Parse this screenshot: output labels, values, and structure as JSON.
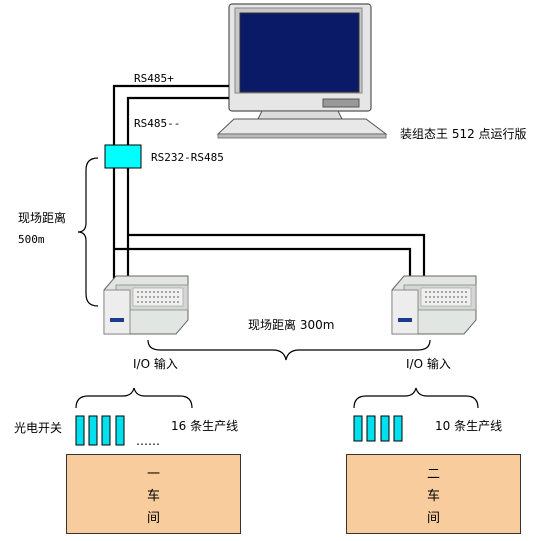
{
  "computer": {
    "label": "装组态王 512 点运行版"
  },
  "bus": {
    "line_plus": "RS485+",
    "line_minus": "RS485--"
  },
  "converter": {
    "label": "RS232-RS485"
  },
  "vertical_distance": {
    "label": "现场距离",
    "value": "500m"
  },
  "horizontal_distance": {
    "label": "现场距离 300m"
  },
  "plc_left": {
    "io_label": "I/O 输入"
  },
  "plc_right": {
    "io_label": "I/O 输入"
  },
  "left_line": {
    "switch_label": "光电开关",
    "count_label": "16 条生产线",
    "dots": "……"
  },
  "right_line": {
    "count_label": "10 条生产线"
  },
  "workshop_1": {
    "c1": "一",
    "c2": "车",
    "c3": "间"
  },
  "workshop_2": {
    "c1": "二",
    "c2": "车",
    "c3": "间"
  },
  "colors": {
    "monitor_screen": "#0b1a66",
    "converter_box": "#00ffff",
    "workshop_fill": "#f9cc9d",
    "sensor_fill": "#00e0ee"
  }
}
